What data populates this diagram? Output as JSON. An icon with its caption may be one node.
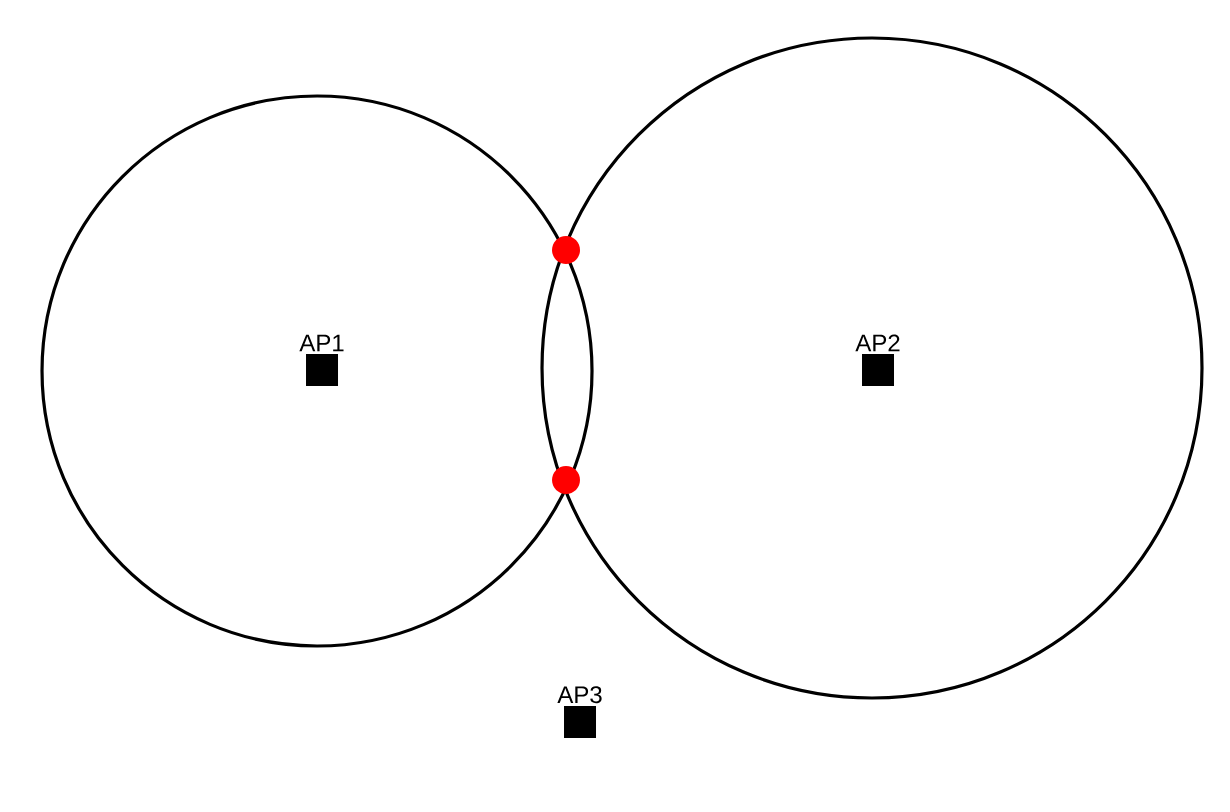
{
  "diagram": {
    "nodes": [
      {
        "text": [],
        "shape": "circle"
      },
      {
        "text": [
          "AP1"
        ],
        "in": 0
      },
      {
        "text": [],
        "shape": "circle"
      },
      {
        "text": [
          "AP2"
        ],
        "in": 2
      },
      {
        "text": [
          "AP3"
        ]
      }
    ]
  }
}
